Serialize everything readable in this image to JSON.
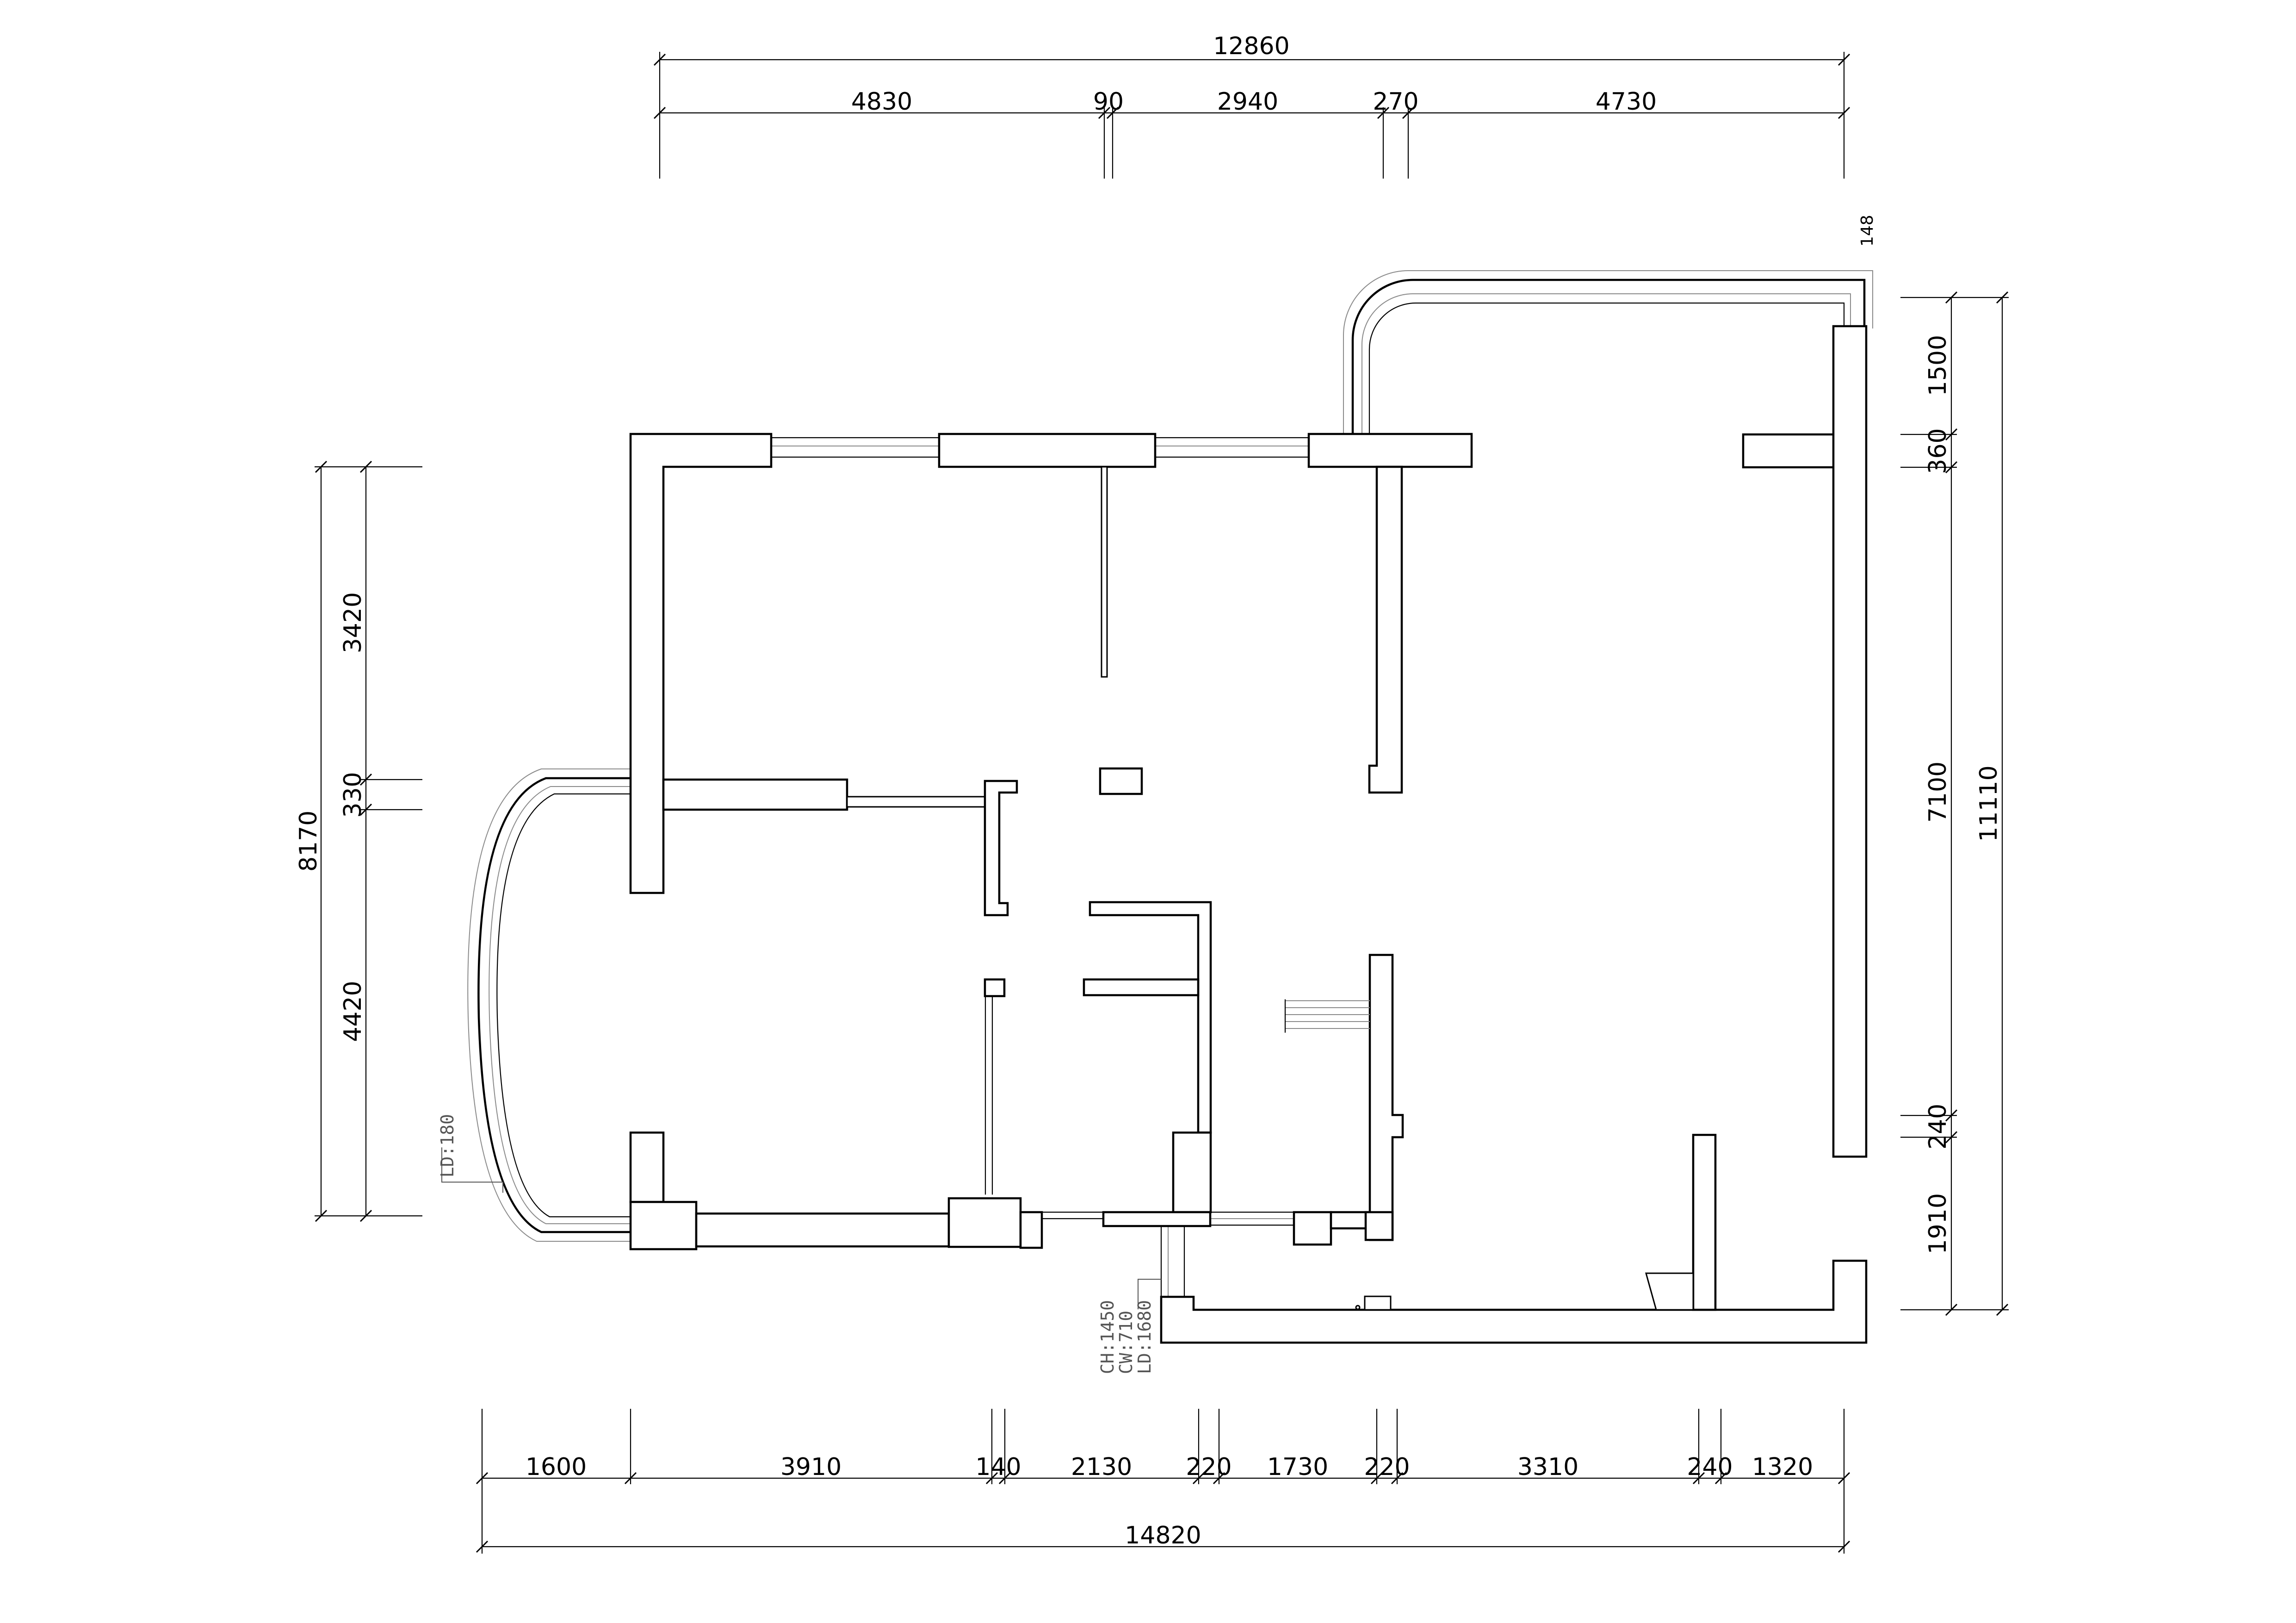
{
  "dimensions": {
    "top": {
      "overall": "12860",
      "segments": [
        "4830",
        "90",
        "2940",
        "270",
        "4730"
      ]
    },
    "bottom": {
      "overall": "14820",
      "segments": [
        "1600",
        "3910",
        "140",
        "2130",
        "220",
        "1730",
        "220",
        "3310",
        "240",
        "1320"
      ]
    },
    "left": {
      "overall": "8170",
      "segments": [
        "3420",
        "330",
        "4420"
      ]
    },
    "right": {
      "overall": "11110",
      "segments": [
        "1500",
        "360",
        "7100",
        "240",
        "1910"
      ]
    },
    "corner_note": "148"
  },
  "annotations": {
    "bay_window_leader": "LD:180",
    "window_note": [
      "CH:1450",
      "CW:710",
      "LD:1680"
    ]
  }
}
